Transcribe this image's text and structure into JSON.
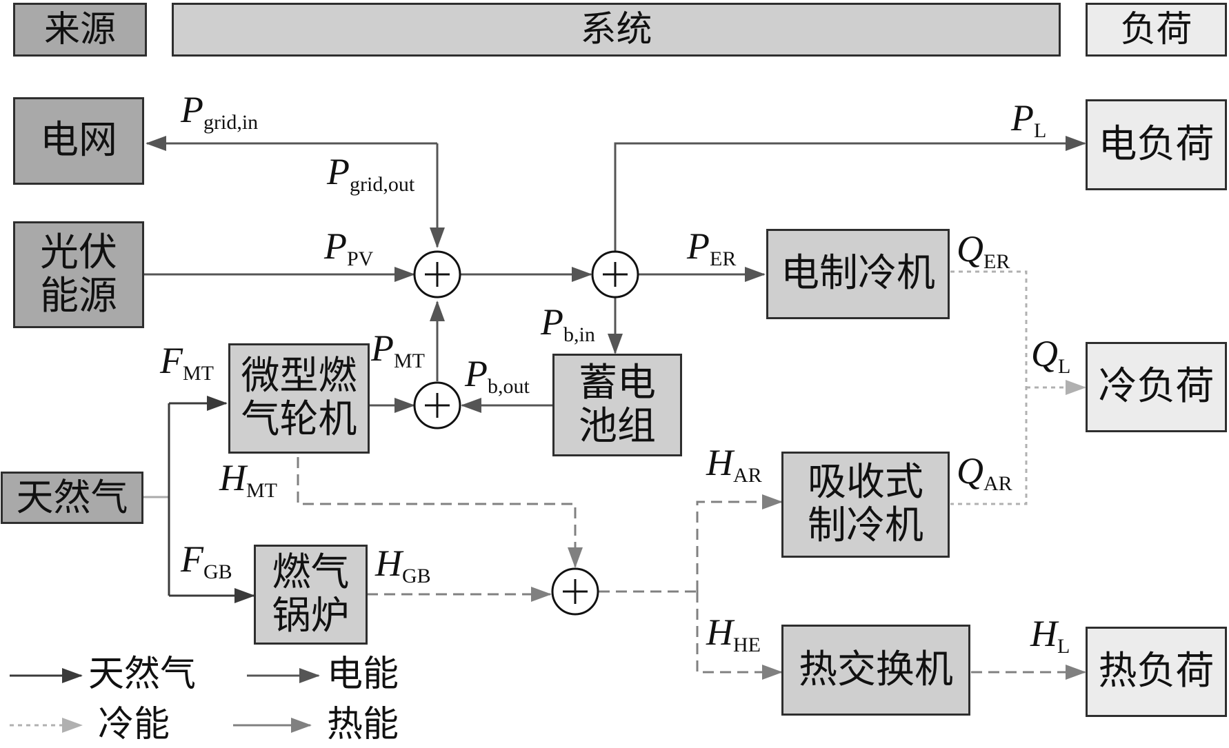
{
  "header": {
    "source": "来源",
    "system": "系统",
    "load": "负荷"
  },
  "sources": {
    "grid": "电网",
    "pv_line1": "光伏",
    "pv_line2": "能源",
    "gas": "天然气"
  },
  "devices": {
    "mt_line1": "微型燃",
    "mt_line2": "气轮机",
    "battery_line1": "蓄电",
    "battery_line2": "池组",
    "er": "电制冷机",
    "ar_line1": "吸收式",
    "ar_line2": "制冷机",
    "gb_line1": "燃气",
    "gb_line2": "锅炉",
    "he": "热交换机"
  },
  "loads": {
    "electric": "电负荷",
    "cooling": "冷负荷",
    "heating": "热负荷"
  },
  "labels": {
    "p_grid_in": {
      "main": "P",
      "sub": "grid,in"
    },
    "p_grid_out": {
      "main": "P",
      "sub": "grid,out"
    },
    "p_pv": {
      "main": "P",
      "sub": "PV"
    },
    "p_mt": {
      "main": "P",
      "sub": "MT"
    },
    "p_b_out": {
      "main": "P",
      "sub": "b,out"
    },
    "p_b_in": {
      "main": "P",
      "sub": "b,in"
    },
    "p_er": {
      "main": "P",
      "sub": "ER"
    },
    "p_l": {
      "main": "P",
      "sub": "L"
    },
    "q_er": {
      "main": "Q",
      "sub": "ER"
    },
    "q_l": {
      "main": "Q",
      "sub": "L"
    },
    "q_ar": {
      "main": "Q",
      "sub": "AR"
    },
    "h_ar": {
      "main": "H",
      "sub": "AR"
    },
    "h_he": {
      "main": "H",
      "sub": "HE"
    },
    "h_l": {
      "main": "H",
      "sub": "L"
    },
    "h_mt": {
      "main": "H",
      "sub": "MT"
    },
    "h_gb": {
      "main": "H",
      "sub": "GB"
    },
    "f_mt": {
      "main": "F",
      "sub": "MT"
    },
    "f_gb": {
      "main": "F",
      "sub": "GB"
    }
  },
  "legend": {
    "gas": "天然气",
    "electric": "电能",
    "cooling": "冷能",
    "heat": "热能"
  },
  "colors": {
    "gas_line": "#3a3a3a",
    "electric_line": "#555555",
    "cooling_line": "#b0b0b0",
    "heat_line": "#808080",
    "source_fill": "#a9a9a9",
    "system_fill": "#cfcfcf",
    "load_fill": "#ececec"
  }
}
